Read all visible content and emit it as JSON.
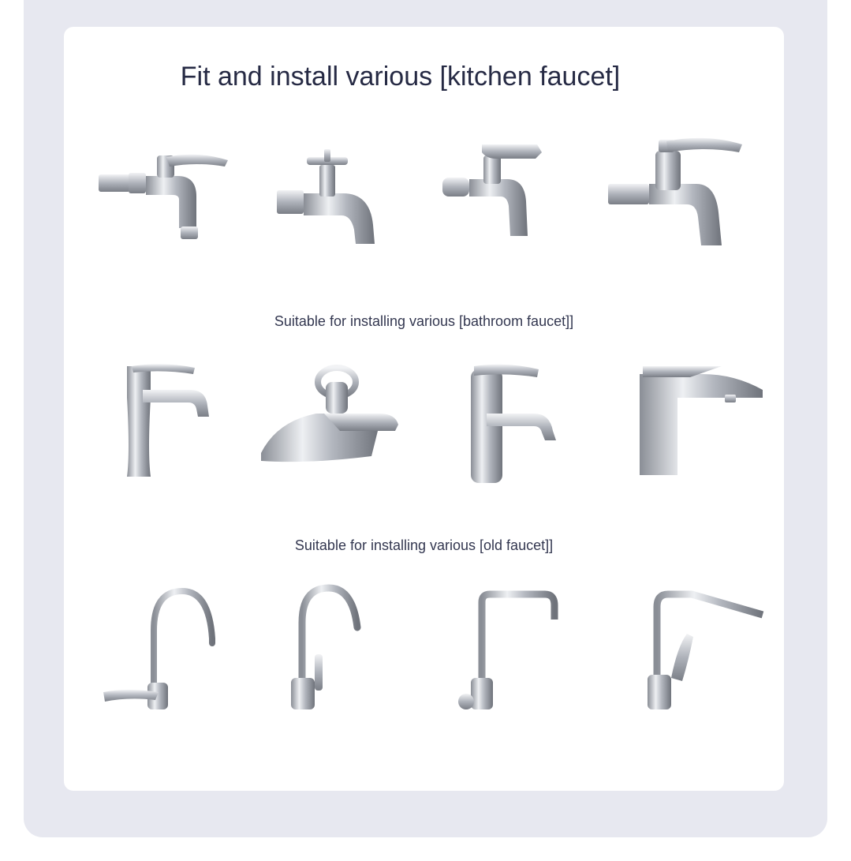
{
  "kitchen_section": {
    "title": "Fit and install various [kitchen faucet]",
    "items": [
      {
        "icon": "wall-tap-lever-icon"
      },
      {
        "icon": "wall-tap-cross-handle-icon"
      },
      {
        "icon": "wall-tap-flat-lever-icon"
      },
      {
        "icon": "wall-tap-tall-lever-icon"
      }
    ]
  },
  "bathroom_section": {
    "title": "Suitable for installing various [bathroom faucet]]",
    "items": [
      {
        "icon": "basin-faucet-slim-icon"
      },
      {
        "icon": "basin-faucet-dual-icon"
      },
      {
        "icon": "basin-faucet-lever-icon"
      },
      {
        "icon": "basin-faucet-square-icon"
      }
    ]
  },
  "old_section": {
    "title": "Suitable for installing various [old faucet]]",
    "items": [
      {
        "icon": "gooseneck-wall-faucet-icon"
      },
      {
        "icon": "gooseneck-faucet-icon"
      },
      {
        "icon": "square-spout-faucet-icon"
      },
      {
        "icon": "angled-spout-faucet-icon"
      }
    ]
  },
  "colors": {
    "background": "#e7e8f0",
    "card": "#ffffff",
    "text": "#262a44",
    "chrome": "#b9bcc2"
  }
}
